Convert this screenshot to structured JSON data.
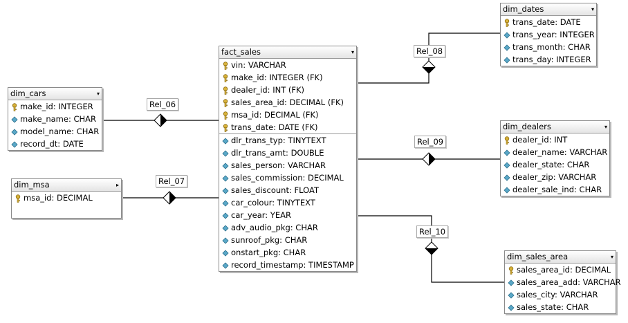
{
  "tables": {
    "dim_cars": {
      "name": "dim_cars",
      "columns": [
        {
          "icon": "key-icon",
          "text": "make_id: INTEGER"
        },
        {
          "icon": "column-icon",
          "text": "make_name: CHAR"
        },
        {
          "icon": "column-icon",
          "text": "model_name: CHAR"
        },
        {
          "icon": "column-icon",
          "text": "record_dt: DATE"
        }
      ]
    },
    "dim_msa": {
      "name": "dim_msa",
      "columns": [
        {
          "icon": "key-icon",
          "text": "msa_id: DECIMAL"
        }
      ]
    },
    "fact_sales": {
      "name": "fact_sales",
      "columns": [
        {
          "icon": "key-icon",
          "text": "vin: VARCHAR"
        },
        {
          "icon": "key-icon",
          "text": "make_id: INTEGER (FK)"
        },
        {
          "icon": "key-icon",
          "text": "dealer_id: INT (FK)"
        },
        {
          "icon": "key-icon",
          "text": "sales_area_id: DECIMAL (FK)"
        },
        {
          "icon": "key-icon",
          "text": "msa_id: DECIMAL (FK)"
        },
        {
          "icon": "key-icon",
          "text": "trans_date: DATE (FK)"
        },
        {
          "icon": "column-icon",
          "text": "dlr_trans_typ: TINYTEXT"
        },
        {
          "icon": "column-icon",
          "text": "dlr_trans_amt: DOUBLE"
        },
        {
          "icon": "column-icon",
          "text": "sales_person: VARCHAR"
        },
        {
          "icon": "column-icon",
          "text": "sales_commission: DECIMAL"
        },
        {
          "icon": "column-icon",
          "text": "sales_discount: FLOAT"
        },
        {
          "icon": "column-icon",
          "text": "car_colour: TINYTEXT"
        },
        {
          "icon": "column-icon",
          "text": "car_year: YEAR"
        },
        {
          "icon": "column-icon",
          "text": "adv_audio_pkg: CHAR"
        },
        {
          "icon": "column-icon",
          "text": "sunroof_pkg: CHAR"
        },
        {
          "icon": "column-icon",
          "text": "onstart_pkg: CHAR"
        },
        {
          "icon": "column-icon",
          "text": "record_timestamp: TIMESTAMP"
        }
      ]
    },
    "dim_dates": {
      "name": "dim_dates",
      "columns": [
        {
          "icon": "key-icon",
          "text": "trans_date: DATE"
        },
        {
          "icon": "column-icon",
          "text": "trans_year: INTEGER"
        },
        {
          "icon": "column-icon",
          "text": "trans_month: CHAR"
        },
        {
          "icon": "column-icon",
          "text": "trans_day: INTEGER"
        }
      ]
    },
    "dim_dealers": {
      "name": "dim_dealers",
      "columns": [
        {
          "icon": "key-icon",
          "text": "dealer_id: INT"
        },
        {
          "icon": "column-icon",
          "text": "dealer_name: VARCHAR"
        },
        {
          "icon": "column-icon",
          "text": "dealer_state: CHAR"
        },
        {
          "icon": "column-icon",
          "text": "dealer_zip: VARCHAR"
        },
        {
          "icon": "column-icon",
          "text": "dealer_sale_ind: CHAR"
        }
      ]
    },
    "dim_sales_area": {
      "name": "dim_sales_area",
      "columns": [
        {
          "icon": "key-icon",
          "text": "sales_area_id: DECIMAL"
        },
        {
          "icon": "column-icon",
          "text": "sales_area_add: VARCHAR"
        },
        {
          "icon": "column-icon",
          "text": "sales_city: VARCHAR"
        },
        {
          "icon": "column-icon",
          "text": "sales_state: CHAR"
        }
      ]
    }
  },
  "relationships": {
    "rel_06": "Rel_06",
    "rel_07": "Rel_07",
    "rel_08": "Rel_08",
    "rel_09": "Rel_09",
    "rel_10": "Rel_10"
  },
  "colors": {
    "line": "#000000",
    "key_icon": "#c9a227",
    "column_icon": "#4f9fbf",
    "table_border": "#8a8a8a"
  }
}
